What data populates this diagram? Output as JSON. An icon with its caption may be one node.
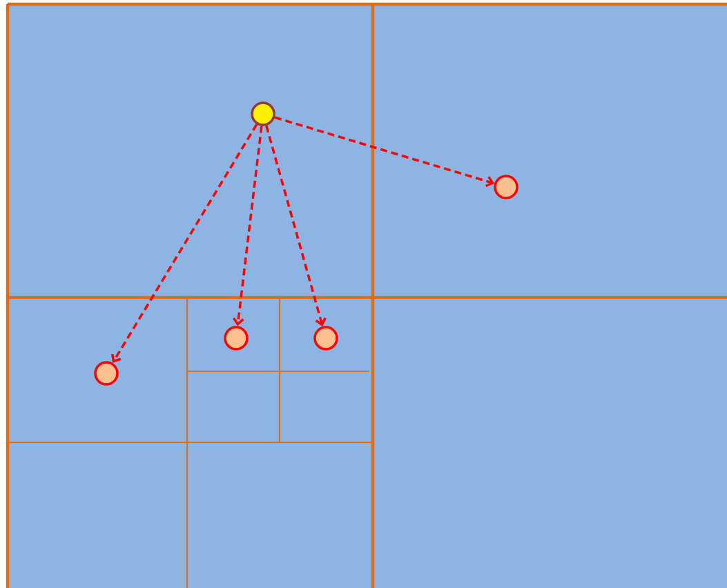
{
  "diagram": {
    "nodes": [
      {
        "text": [],
        "shape": "circle"
      },
      {
        "text": [],
        "shape": "circle"
      },
      {
        "text": [],
        "shape": "circle"
      },
      {
        "text": [],
        "shape": "circle"
      },
      {
        "text": [],
        "shape": "circle"
      }
    ],
    "edges": [
      {
        "from": 0,
        "to": 1,
        "arrow": "to",
        "style": "dashed"
      },
      {
        "from": 0,
        "to": 2,
        "arrow": "to",
        "style": "dashed"
      },
      {
        "from": 0,
        "to": 3,
        "arrow": "to",
        "style": "dashed"
      },
      {
        "from": 0,
        "to": 4,
        "arrow": "to",
        "style": "dashed"
      }
    ]
  }
}
